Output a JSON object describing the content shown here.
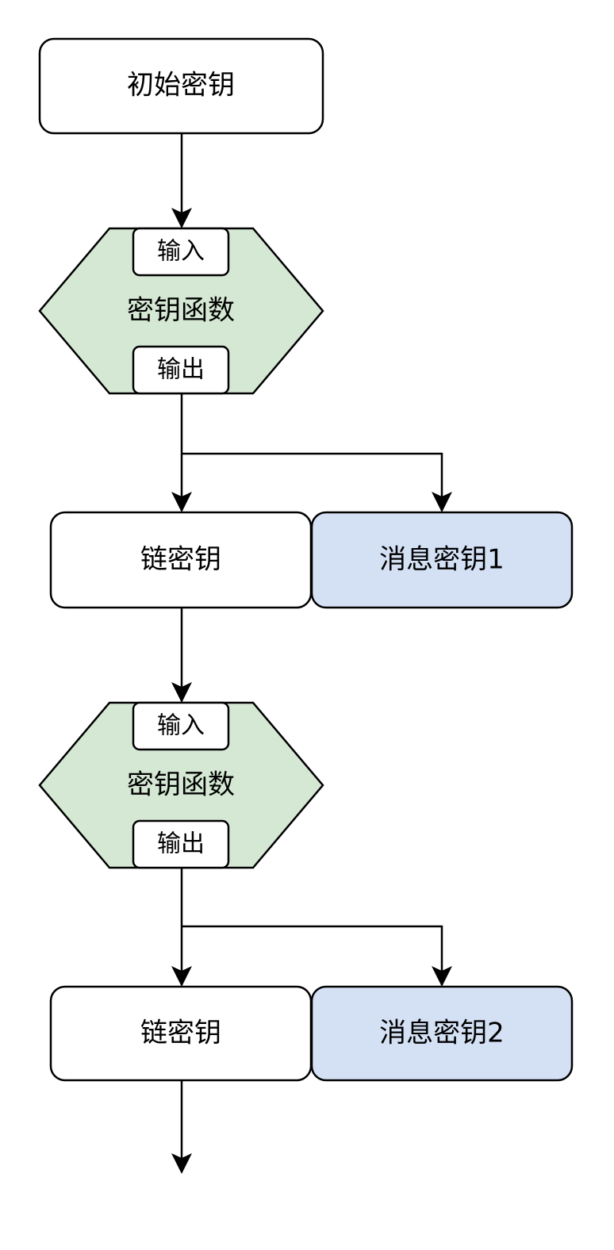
{
  "colors": {
    "stroke": "#000000",
    "node_fill": "#ffffff",
    "hex_fill": "#d5e8d4",
    "message_fill": "#d4e1f5"
  },
  "nodes": {
    "initial_key": "初始密钥",
    "kdf_1": {
      "label": "密钥函数",
      "input": "输入",
      "output": "输出"
    },
    "chain_key_1": "链密钥",
    "message_key_1": "消息密钥1",
    "kdf_2": {
      "label": "密钥函数",
      "input": "输入",
      "output": "输出"
    },
    "chain_key_2": "链密钥",
    "message_key_2": "消息密钥2"
  }
}
